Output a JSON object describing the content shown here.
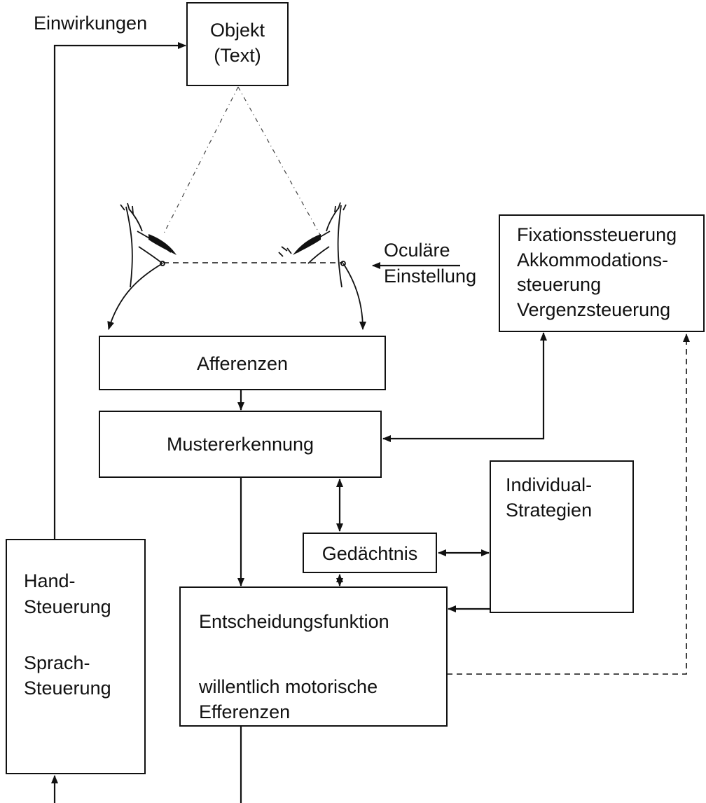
{
  "labels": {
    "einwirkungen": "Einwirkungen",
    "objekt_line1": "Objekt",
    "objekt_line2": "(Text)",
    "oculare_line1": "Oculäre",
    "oculare_line2": "Einstellung",
    "fixation_line1": "Fixationssteuerung",
    "fixation_line2": "Akkommodations-",
    "fixation_line3": "steuerung",
    "fixation_line4": "Vergenzsteuerung",
    "afferenzen": "Afferenzen",
    "mustererkennung": "Mustererkennung",
    "individual_line1": "Individual-",
    "individual_line2": "Strategien",
    "gedaechtnis": "Gedächtnis",
    "hand_line1": "Hand-",
    "hand_line2": "Steuerung",
    "sprach_line1": "Sprach-",
    "sprach_line2": "Steuerung",
    "entscheidung_line1": "Entscheidungsfunktion",
    "entscheidung_line2": "willentlich motorische",
    "entscheidung_line3": "Efferenzen"
  },
  "icons": [
    "left-eye-icon",
    "right-eye-icon"
  ],
  "colors": {
    "ink": "#111111",
    "background": "#ffffff"
  }
}
